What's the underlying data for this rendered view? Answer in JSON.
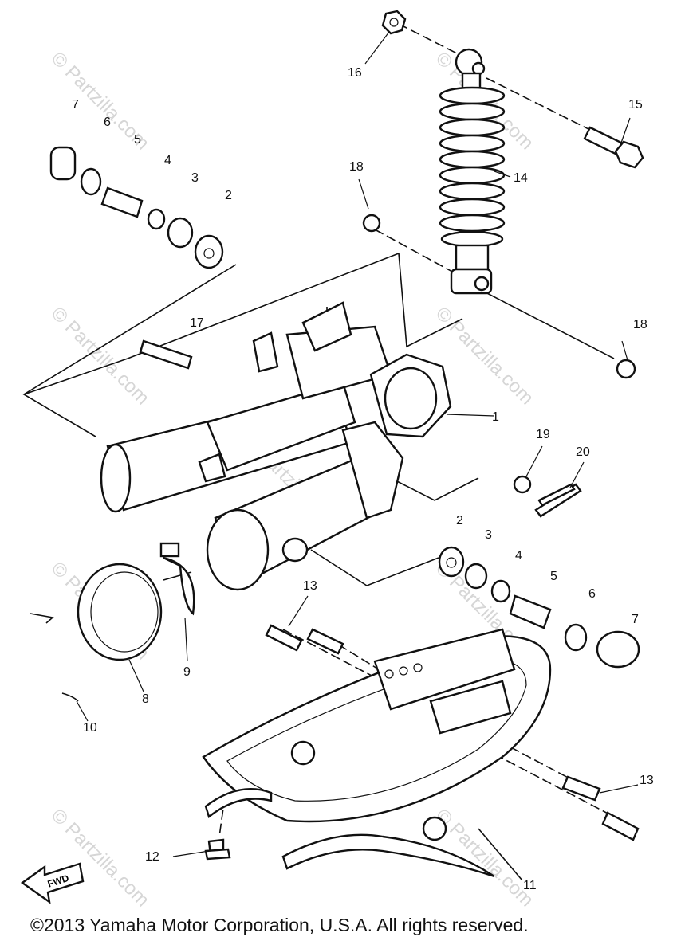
{
  "watermarks": [
    {
      "text": "© Partzilla.com"
    },
    {
      "text": "© Partzilla.com"
    },
    {
      "text": "© Partzilla.com"
    },
    {
      "text": "© Partzilla.com"
    },
    {
      "text": "© Partzilla.com"
    },
    {
      "text": "© Partzilla.com"
    },
    {
      "text": "© Partzilla.com"
    },
    {
      "text": "© Partzilla.com"
    },
    {
      "text": "© Partzilla.com"
    }
  ],
  "callouts": {
    "p1": "1",
    "p2_top": "2",
    "p3_top": "3",
    "p4_top": "4",
    "p5_top": "5",
    "p6_top": "6",
    "p7_top": "7",
    "p2_bot": "2",
    "p3_bot": "3",
    "p4_bot": "4",
    "p5_bot": "5",
    "p6_bot": "6",
    "p7_bot": "7",
    "p8": "8",
    "p9": "9",
    "p10": "10",
    "p11": "11",
    "p12": "12",
    "p13_left": "13",
    "p13_right": "13",
    "p14": "14",
    "p15": "15",
    "p16": "16",
    "p17": "17",
    "p18_left": "18",
    "p18_right": "18",
    "p19": "19",
    "p20": "20"
  },
  "fwd_arrow": {
    "label": "FWD",
    "icon": "forward-arrow-icon"
  },
  "copyright": "©2013  Yamaha Motor Corporation, U.S.A. All rights reserved."
}
